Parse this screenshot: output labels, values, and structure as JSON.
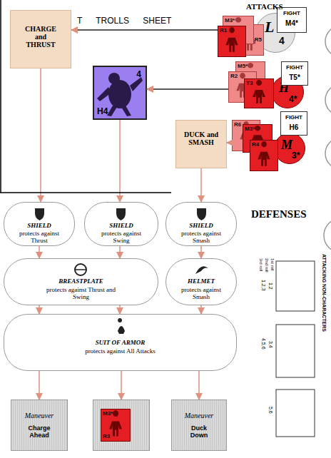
{
  "diagram": {
    "title": "T TROLLS SHEET",
    "nodes": [
      {
        "text": [
          "CHARGE and THRUST"
        ]
      },
      {
        "text": [
          "4",
          "H4"
        ]
      },
      {
        "text": [
          "DUCK and SMASH"
        ]
      },
      {
        "text": [
          "L",
          "4"
        ]
      },
      {
        "text": [
          "FIGHT",
          "M4*"
        ]
      },
      {
        "text": [
          "R5"
        ]
      },
      {
        "text": [
          "M3*"
        ]
      },
      {
        "text": [
          "R1"
        ]
      },
      {
        "text": [
          "H",
          "4*"
        ]
      },
      {
        "text": [
          "FIGHT",
          "T5*"
        ]
      },
      {
        "text": [
          "M5*"
        ]
      },
      {
        "text": [
          "R2"
        ]
      },
      {
        "text": [
          "T3"
        ]
      },
      {
        "text": [
          "M",
          "3*"
        ]
      },
      {
        "text": [
          "FIGHT",
          "H6"
        ]
      },
      {
        "text": [
          "R6"
        ]
      },
      {
        "text": [
          "M3*"
        ]
      },
      {
        "text": [
          "R4"
        ]
      },
      {
        "text": [
          "SHIELD",
          "protects against Thrust"
        ]
      },
      {
        "text": [
          "SHIELD",
          "protects against Swing"
        ]
      },
      {
        "text": [
          "SHIELD",
          "protects against Smash"
        ]
      },
      {
        "text": [
          "BREASTPLATE",
          "protects against Thrust and Swing"
        ]
      },
      {
        "text": [
          "HELMET",
          "protects against Smash"
        ]
      },
      {
        "text": [
          "SUIT OF ARMOR",
          "protects against All Attacks"
        ]
      },
      {
        "text": [
          "Maneuver",
          "Charge Ahead"
        ]
      },
      {},
      {
        "text": [
          "M3*",
          "R3"
        ],
        "in": 25
      },
      {
        "text": [
          "Maneuver",
          "Duck Down"
        ]
      }
    ],
    "edges": [
      {
        "from": 7,
        "to": 0,
        "arrow": "to"
      },
      {
        "from": 11,
        "to": 1,
        "arrow": "to"
      },
      {
        "from": 15,
        "to": 2,
        "arrow": "to"
      },
      {
        "from": 0,
        "to": 18,
        "arrow": "to"
      },
      {
        "from": 1,
        "to": 19,
        "arrow": "to"
      },
      {
        "from": 2,
        "to": 20,
        "arrow": "to"
      },
      {
        "from": 18,
        "to": 21,
        "arrow": "to"
      },
      {
        "from": 19,
        "to": 21,
        "arrow": "to"
      },
      {
        "from": 20,
        "to": 22,
        "arrow": "to"
      },
      {
        "from": 21,
        "to": 23,
        "arrow": "to"
      },
      {
        "from": 21,
        "to": 23,
        "arrow": "to"
      },
      {
        "from": 22,
        "to": 23,
        "arrow": "to"
      },
      {
        "from": 23,
        "to": 24,
        "arrow": "to"
      },
      {
        "from": 23,
        "to": 25,
        "arrow": "to"
      },
      {
        "from": 23,
        "to": 27,
        "arrow": "to"
      }
    ],
    "labels": [
      "ATTACKS",
      "DEFENSES",
      "ATTACKING NON-CHARACTERS",
      "1st roll",
      "2nd roll",
      "3rd roll",
      "1,2",
      "1,2,3",
      "3,4",
      "4,5,6",
      "5,6"
    ]
  }
}
